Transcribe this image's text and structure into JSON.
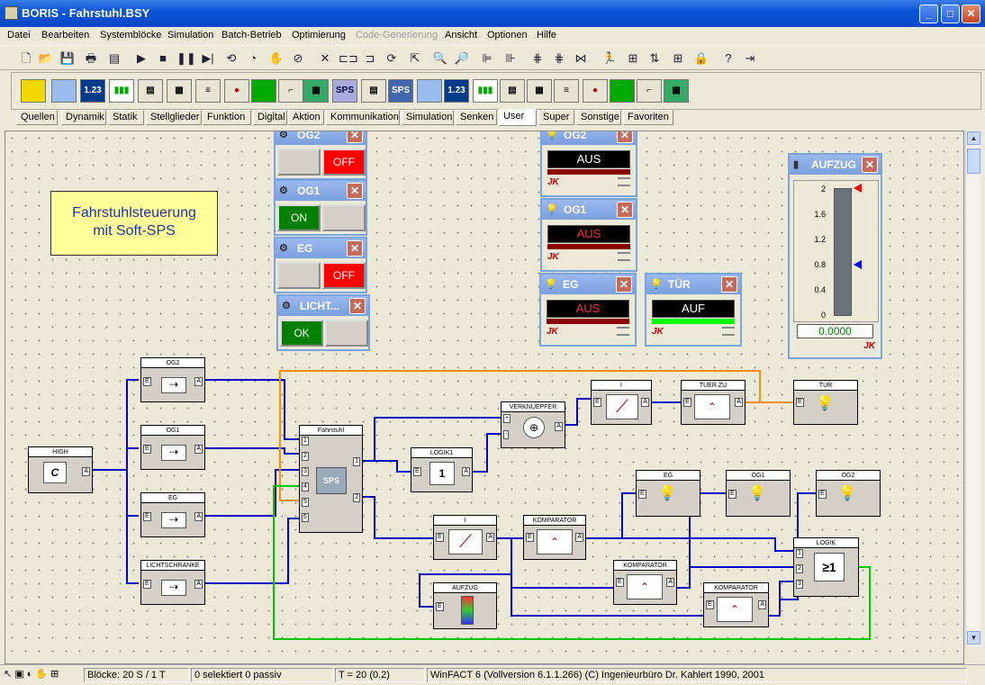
{
  "window": {
    "title": "BORIS - Fahrstuhl.BSY"
  },
  "menu": [
    "Datei",
    "Bearbeiten",
    "Systemblöcke",
    "Simulation",
    "Batch-Betrieb",
    "Optimierung",
    "Code-Generierung",
    "Ansicht",
    "Optionen",
    "Hilfe"
  ],
  "menu_disabled": "Code-Generierung",
  "toolbar2": {
    "num_label": "1.23",
    "sps_label": "SPS"
  },
  "tabs": [
    "Quellen",
    "Dynamik",
    "Statik",
    "Stellglieder",
    "Funktion",
    "Digital",
    "Aktion",
    "Kommunikation",
    "Simulation",
    "Senken",
    "User",
    "Super",
    "Sonstige",
    "Favoriten"
  ],
  "active_tab": "User",
  "note": {
    "line1": "Fahrstuhlsteuerung",
    "line2": "mit Soft-SPS"
  },
  "switches": [
    {
      "title": "OG2",
      "left": "",
      "right": "OFF"
    },
    {
      "title": "OG1",
      "left": "ON",
      "right": ""
    },
    {
      "title": "EG",
      "left": "",
      "right": "OFF"
    },
    {
      "title": "LICHT...",
      "left": "OK",
      "right": ""
    }
  ],
  "lamps": [
    {
      "title": "OG2",
      "value": "AUS",
      "logo": "JK"
    },
    {
      "title": "OG1",
      "value": "AUS",
      "logo": "JK"
    },
    {
      "title": "EG",
      "value": "AUS",
      "logo": "JK"
    },
    {
      "title": "TÜR",
      "value": "AUF",
      "logo": "JK"
    }
  ],
  "elevator": {
    "title": "AUFZUG",
    "ticks": [
      "2",
      "1.6",
      "1.2",
      "0.8",
      "0.4",
      "0"
    ],
    "value": "0.0000",
    "logo": "JK",
    "level_max": 2,
    "setpoint": 2,
    "position": 0.8
  },
  "blocks": {
    "og2": "OG2",
    "og1": "OG1",
    "eg": "EG",
    "lichtschranke": "LICHTSCHRANKE",
    "high": "HIGH",
    "fahrstuhl": "Fahrstuhl",
    "logik1": "LOGIK1",
    "verknuepfer": "VERKNUEPFER",
    "int1": "I",
    "tuerzu": "TUER ZU",
    "tuer": "TÜR",
    "int2": "I",
    "komp1": "KOMPARATOR",
    "komp2": "KOMPARATOR",
    "komp3": "KOMPARATOR",
    "lampeg": "EG",
    "lampog1": "OG1",
    "lampog2": "OG2",
    "logik": "LOGIK",
    "aufzug": "AUFZUG"
  },
  "pins": {
    "E": "E",
    "A": "A",
    "plus": "+",
    "minus": "-",
    "n1": "1",
    "n2": "2",
    "n3": "3",
    "n4": "4",
    "n5": "5",
    "n6": "6",
    "one": "1",
    "ge1": "≥1",
    "c": "C"
  },
  "status": {
    "blocks": "Blöcke: 20 S / 1 T",
    "selected": "0 selektiert  0 passiv",
    "time": "T = 20  (0.2)",
    "version": "WinFACT 6 (Vollversion 6.1.1.266)  (C) Ingenieurbüro Dr. Kahlert 1990, 2001"
  },
  "colors": {
    "wire_blue": "#0000c8",
    "wire_orange": "#ff8c00",
    "wire_green": "#00c800",
    "led_red": "#ff0000",
    "led_green": "#00ff00"
  }
}
